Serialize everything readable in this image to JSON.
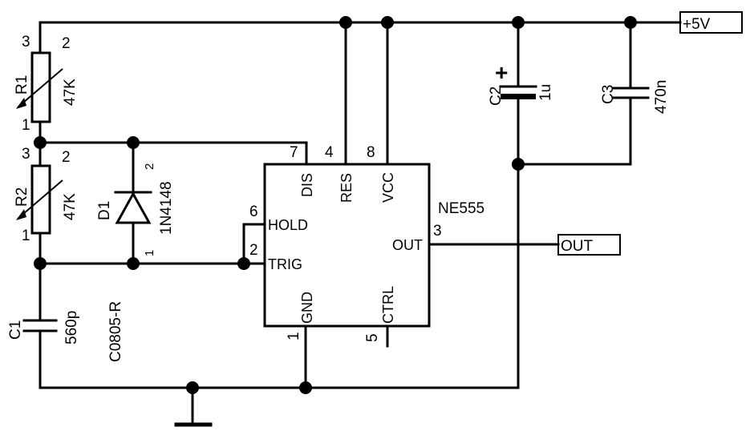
{
  "labels": {
    "supply": "+5V",
    "output": "OUT",
    "ic": "NE555",
    "footprint": "C0805-R"
  },
  "r1": {
    "ref": "R1",
    "value": "47K",
    "pin_top": "3",
    "pin_bottom": "1",
    "pin_wiper": "2"
  },
  "r2": {
    "ref": "R2",
    "value": "47K",
    "pin_top": "3",
    "pin_bottom": "1",
    "pin_wiper": "2"
  },
  "d1": {
    "ref": "D1",
    "value": "1N4148",
    "pin_a": "2",
    "pin_b": "1"
  },
  "c1": {
    "ref": "C1",
    "value": "560p"
  },
  "c2": {
    "ref": "C2",
    "value": "1u",
    "polarity": "+"
  },
  "c3": {
    "ref": "C3",
    "value": "470n"
  },
  "ic_pins": {
    "dis": {
      "name": "DIS",
      "num": "7"
    },
    "res": {
      "name": "RES",
      "num": "4"
    },
    "vcc": {
      "name": "VCC",
      "num": "8"
    },
    "hold": {
      "name": "HOLD",
      "num": "6"
    },
    "trig": {
      "name": "TRIG",
      "num": "2"
    },
    "out": {
      "name": "OUT",
      "num": "3"
    },
    "gnd": {
      "name": "GND",
      "num": "1"
    },
    "ctrl": {
      "name": "CTRL",
      "num": "5"
    }
  }
}
